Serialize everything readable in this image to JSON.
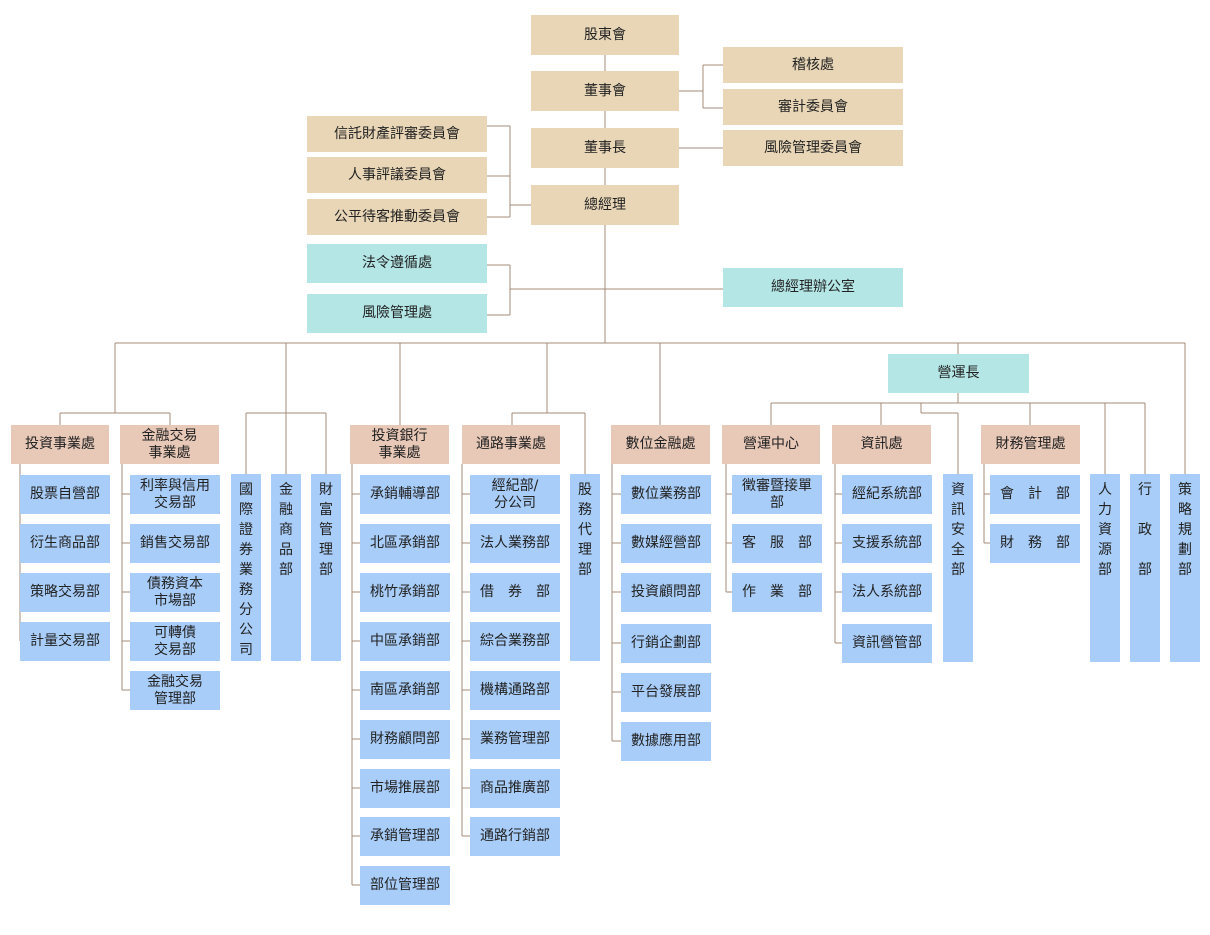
{
  "top": {
    "shareholders": "股東會",
    "board": "董事會",
    "audit_office": "稽核處",
    "audit_committee": "審計委員會",
    "chairman": "董事長",
    "risk_committee": "風險管理委員會",
    "president": "總經理",
    "trust_committee": "信託財產評審委員會",
    "hr_committee": "人事評議委員會",
    "fair_committee": "公平待客推動委員會",
    "compliance": "法令遵循處",
    "risk_office": "風險管理處",
    "president_office": "總經理辦公室",
    "coo": "營運長"
  },
  "divisions": {
    "investment": {
      "title": "投資事業處",
      "depts": [
        "股票自營部",
        "衍生商品部",
        "策略交易部",
        "計量交易部"
      ]
    },
    "financial_trading": {
      "title": "金融交易\n事業處",
      "depts": [
        "利率與信用\n交易部",
        "銷售交易部",
        "債務資本\n市場部",
        "可轉債\n交易部",
        "金融交易\n管理部"
      ]
    },
    "standalone_1": [
      "國\n際\n證\n券\n業\n務\n分\n公\n司",
      "金\n融\n商\n品\n部",
      "財\n富\n管\n理\n部"
    ],
    "investment_banking": {
      "title": "投資銀行\n事業處",
      "depts": [
        "承銷輔導部",
        "北區承銷部",
        "桃竹承銷部",
        "中區承銷部",
        "南區承銷部",
        "財務顧問部",
        "市場推展部",
        "承銷管理部",
        "部位管理部"
      ]
    },
    "channel": {
      "title": "通路事業處",
      "depts": [
        "經紀部/\n分公司",
        "法人業務部",
        "借　券　部",
        "綜合業務部",
        "機構通路部",
        "業務管理部",
        "商品推廣部",
        "通路行銷部"
      ]
    },
    "stock_agency": "股\n務\n代\n理\n部",
    "digital": {
      "title": "數位金融處",
      "depts": [
        "數位業務部",
        "數媒經營部",
        "投資顧問部",
        "行銷企劃部",
        "平台發展部",
        "數據應用部"
      ]
    },
    "operations_center": {
      "title": "營運中心",
      "depts": [
        "徵審暨接單\n部",
        "客　服　部",
        "作　業　部"
      ]
    },
    "it": {
      "title": "資訊處",
      "depts": [
        "經紀系統部",
        "支援系統部",
        "法人系統部",
        "資訊營管部"
      ]
    },
    "info_security": "資\n訊\n安\n全\n部",
    "finance": {
      "title": "財務管理處",
      "depts": [
        "會　計　部",
        "財　務　部"
      ]
    },
    "hr": "人\n力\n資\n源\n部",
    "admin": "行\n\n政\n\n部",
    "strategy": "策\n略\n規\n劃\n部"
  },
  "colors": {
    "executive": "#e8d6b7",
    "auxiliary": "#b4e6e6",
    "division": "#e8c9b8",
    "department": "#a8cdf9",
    "connector": "#a58b78"
  }
}
